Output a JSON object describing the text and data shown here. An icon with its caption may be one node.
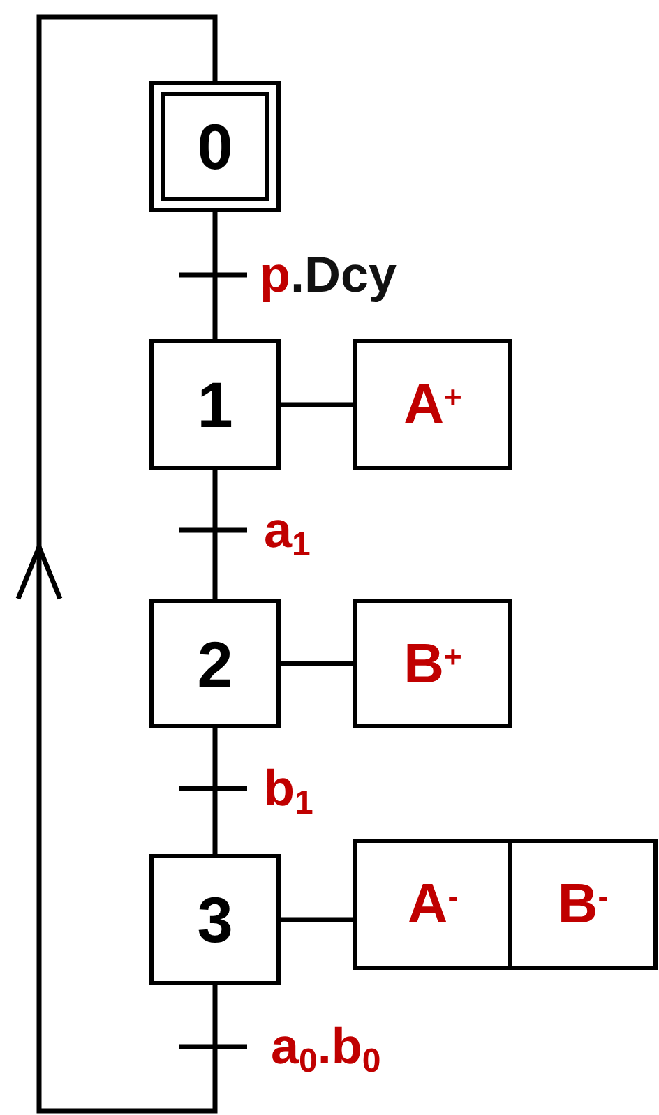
{
  "diagram": {
    "nodes": [
      {
        "text": [
          "0"
        ]
      },
      {
        "text": [
          "1"
        ]
      },
      {
        "text": [
          "A$^{+}$"
        ]
      },
      {
        "text": [
          "2"
        ]
      },
      {
        "text": [
          "B$^{+}$"
        ]
      },
      {
        "text": [
          "3"
        ]
      },
      {
        "text": [
          "A$^{-}$"
        ]
      },
      {
        "text": [
          "B$^{-}$"
        ]
      }
    ],
    "edges": [
      {
        "from": 0,
        "to": 1,
        "arrow": "none",
        "label": "p.Dcy"
      },
      {
        "from": 1,
        "to": 2,
        "arrow": "none"
      },
      {
        "from": 1,
        "to": 3,
        "arrow": "none",
        "label": "a$_{1}$"
      },
      {
        "from": 3,
        "to": 4,
        "arrow": "none"
      },
      {
        "from": 3,
        "to": 5,
        "arrow": "none",
        "label": "b$_{1}$"
      },
      {
        "from": 5,
        "to": 6,
        "arrow": "none"
      },
      {
        "from": 5,
        "to": 0,
        "arrow": "to",
        "label": "a$_{0}$.b$_{0}$"
      }
    ]
  }
}
